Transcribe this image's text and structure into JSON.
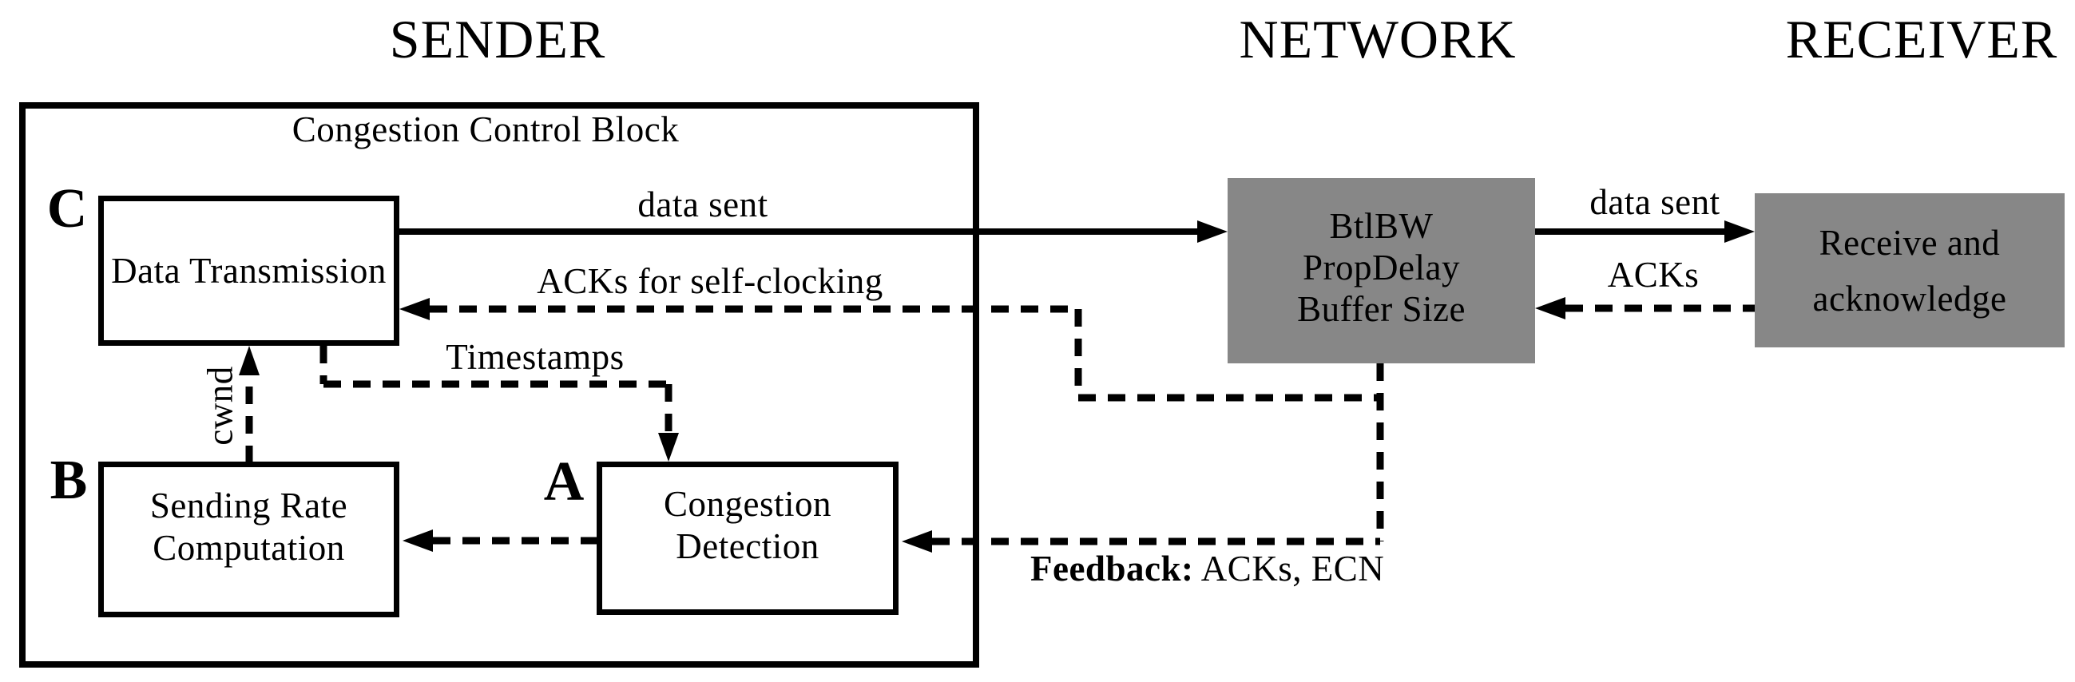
{
  "titles": {
    "sender": "SENDER",
    "network": "NETWORK",
    "receiver": "RECEIVER"
  },
  "sender_block": {
    "label": "Congestion Control Block",
    "boxes": {
      "data_transmission": {
        "tag": "C",
        "label": "Data Transmission"
      },
      "sending_rate": {
        "tag": "B",
        "lines": [
          "Sending Rate",
          "Computation"
        ]
      },
      "congestion_detection": {
        "tag": "A",
        "lines": [
          "Congestion",
          "Detection"
        ]
      }
    }
  },
  "network_box": {
    "lines": [
      "BtlBW",
      "PropDelay",
      "Buffer Size"
    ]
  },
  "receiver_box": {
    "lines": [
      "Receive and",
      "acknowledge"
    ]
  },
  "labels": {
    "data_sent_left": "data sent",
    "acks_self_clocking": "ACKs for self-clocking",
    "timestamps": "Timestamps",
    "cwnd": "cwnd",
    "data_sent_right": "data sent",
    "acks": "ACKs",
    "feedback_prefix": "Feedback:",
    "feedback_rest": " ACKs, ECN"
  },
  "colors": {
    "node_gray": "#878787",
    "line_black": "#000000",
    "background": "#ffffff"
  }
}
